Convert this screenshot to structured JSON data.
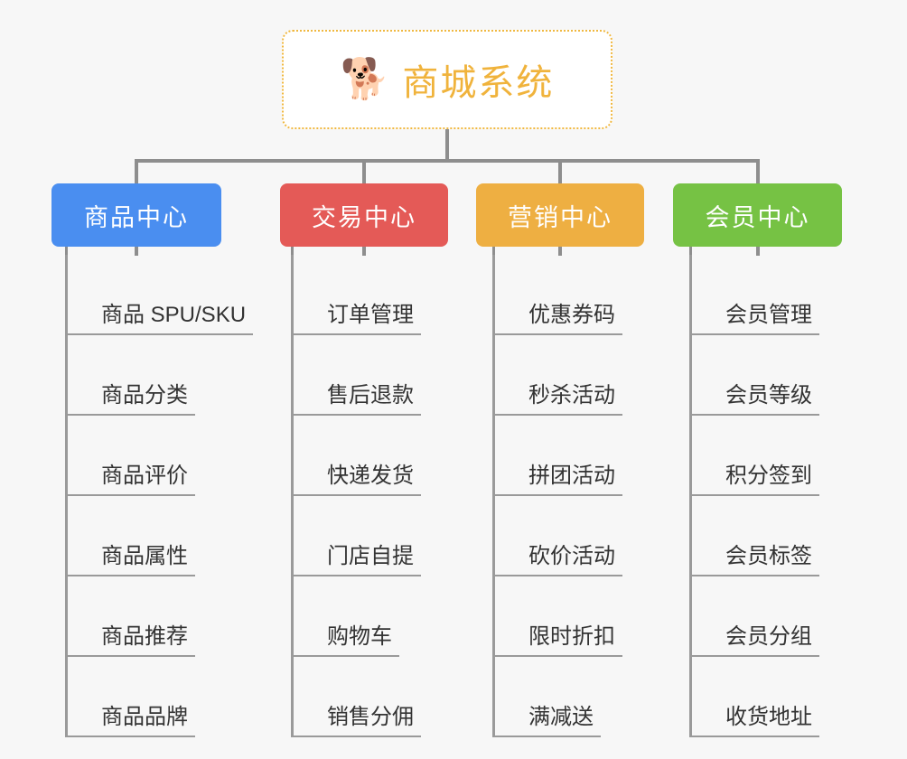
{
  "background_color": "#f7f7f7",
  "root": {
    "icon": "shiba-dog-face-emoji",
    "emoji": "🐕",
    "title": "商城系统",
    "border_color": "#f0b840",
    "text_color": "#f0b33c",
    "fill_color": "#ffffff"
  },
  "connector_color": "#8e8e8e",
  "rail_color": "#9a9a9a",
  "leaf_text_color": "#333333",
  "columns": [
    {
      "id": "product-center",
      "title": "商品中心",
      "color": "#4a8ef0",
      "items": [
        "商品 SPU/SKU",
        "商品分类",
        "商品评价",
        "商品属性",
        "商品推荐",
        "商品品牌"
      ]
    },
    {
      "id": "trade-center",
      "title": "交易中心",
      "color": "#e45a57",
      "items": [
        "订单管理",
        "售后退款",
        "快递发货",
        "门店自提",
        "购物车",
        "销售分佣"
      ]
    },
    {
      "id": "marketing-center",
      "title": "营销中心",
      "color": "#eeaf42",
      "items": [
        "优惠券码",
        "秒杀活动",
        "拼团活动",
        "砍价活动",
        "限时折扣",
        "满减送"
      ]
    },
    {
      "id": "member-center",
      "title": "会员中心",
      "color": "#76c244",
      "items": [
        "会员管理",
        "会员等级",
        "积分签到",
        "会员标签",
        "会员分组",
        "收货地址"
      ]
    }
  ]
}
